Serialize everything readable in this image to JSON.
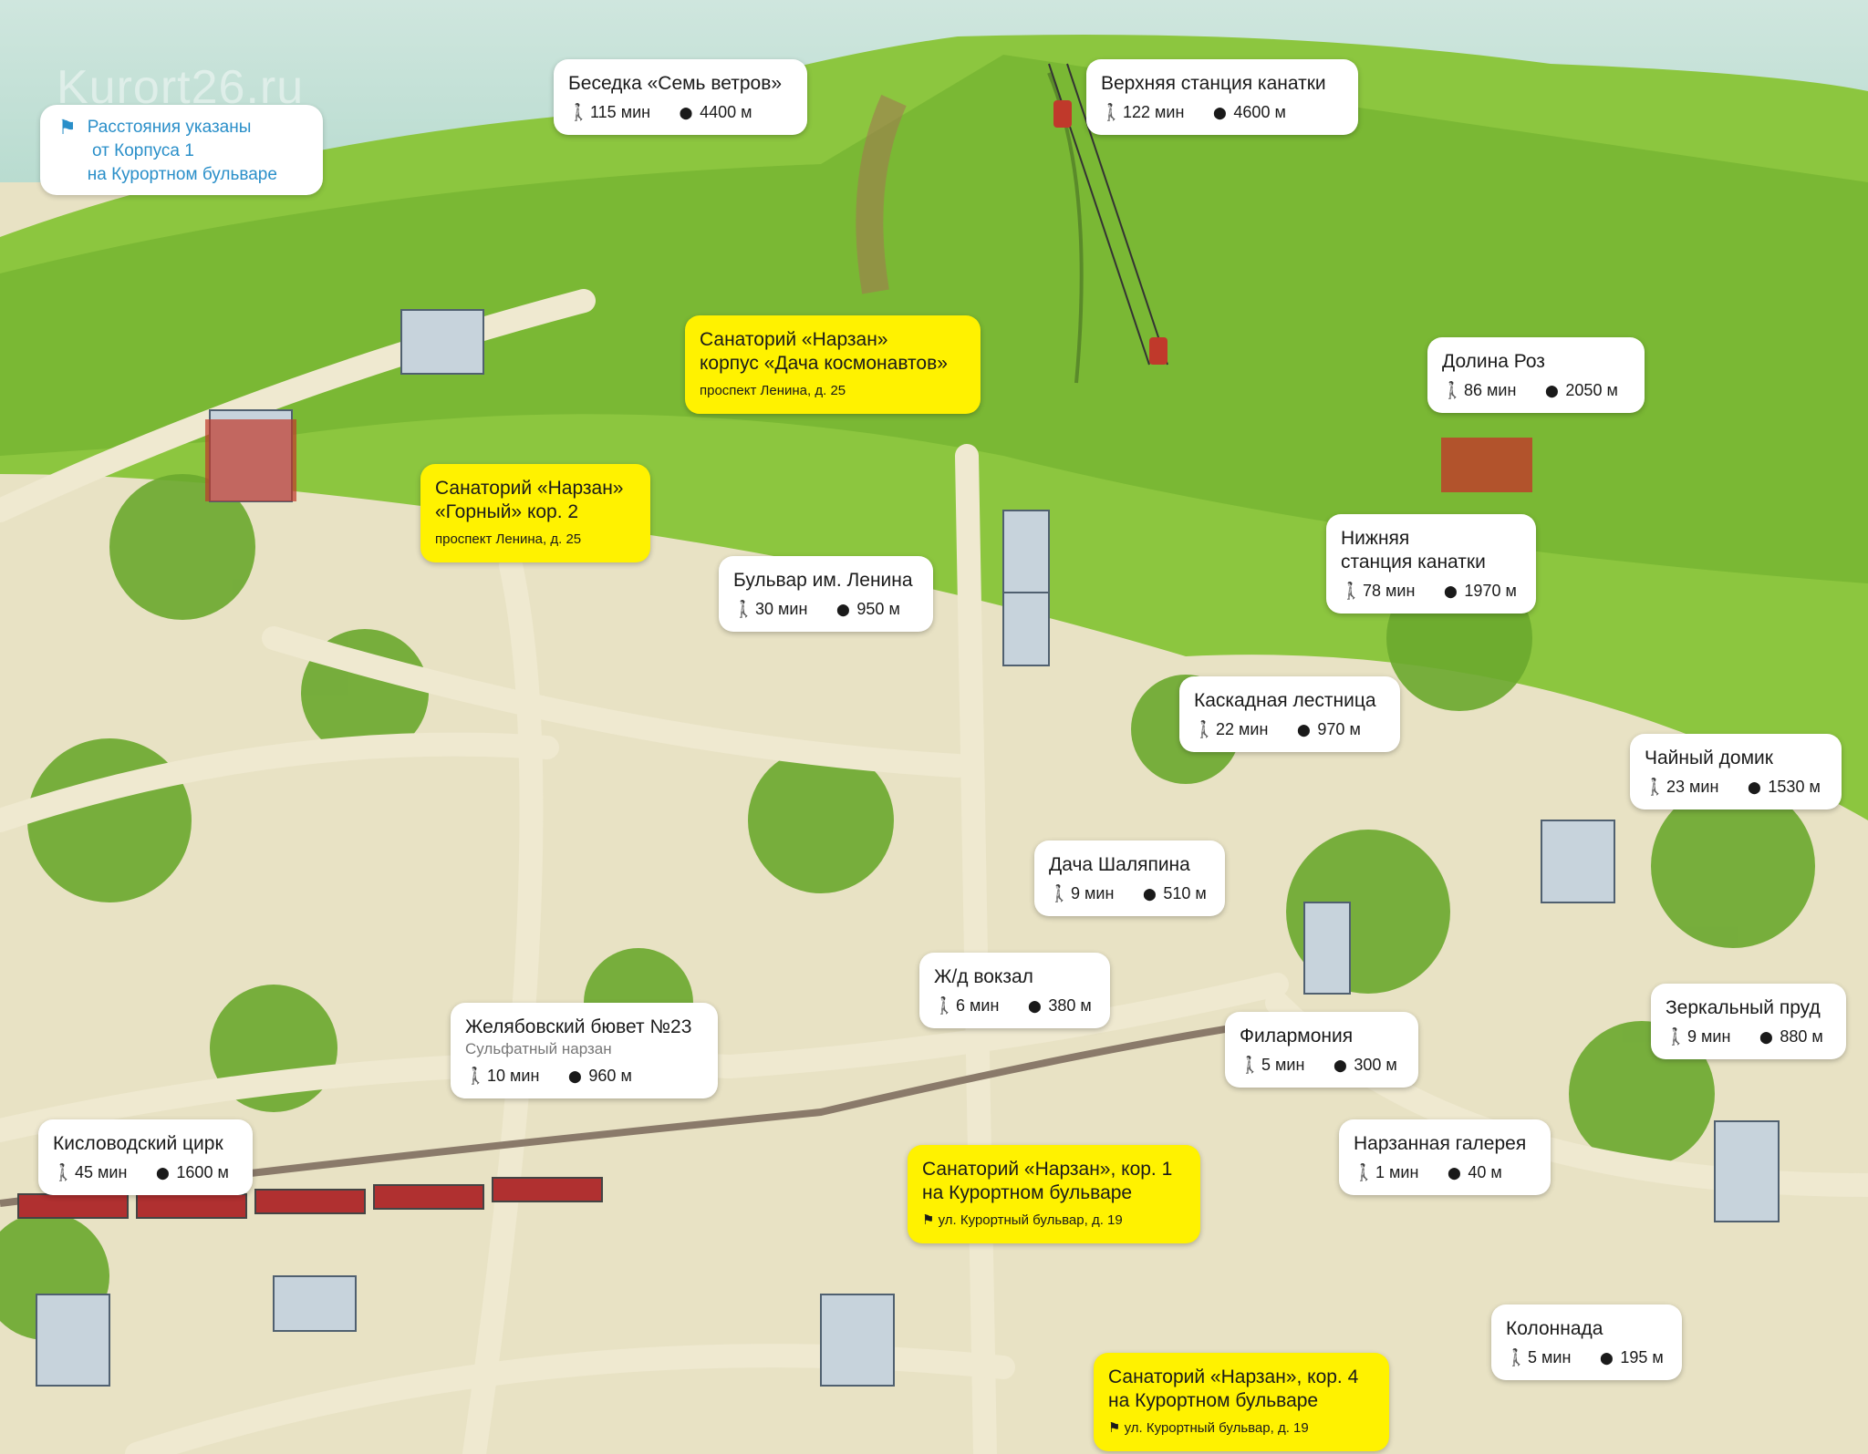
{
  "watermark": "Kurort26.ru",
  "legend": {
    "icon": "flag-icon",
    "lines": [
      "Расстояния указаны",
      " от Корпуса 1",
      "на Курортном бульваре"
    ]
  },
  "colors": {
    "card_white": "#ffffff",
    "card_yellow": "#fff200",
    "legend_text": "#2a8fc9",
    "hill_green": "#8cc63f",
    "road": "#e9e4c8"
  },
  "places": [
    {
      "title": "Беседка «Семь ветров»",
      "walk": "115 мин",
      "dist": "4400 м"
    },
    {
      "title": "Верхняя станция канатки",
      "walk": "122 мин",
      "dist": "4600 м"
    },
    {
      "title": "Долина Роз",
      "walk": "86 мин",
      "dist": "2050 м"
    },
    {
      "title": "Нижняя\nстанция канатки",
      "walk": "78 мин",
      "dist": "1970 м"
    },
    {
      "title": "Бульвар им. Ленина",
      "walk": "30 мин",
      "dist": "950 м"
    },
    {
      "title": "Каскадная лестница",
      "walk": "22 мин",
      "dist": "970 м"
    },
    {
      "title": "Чайный домик",
      "walk": "23 мин",
      "dist": "1530 м"
    },
    {
      "title": "Дача Шаляпина",
      "walk": "9 мин",
      "dist": "510 м"
    },
    {
      "title": "Ж/д вокзал",
      "walk": "6 мин",
      "dist": "380 м"
    },
    {
      "title": "Желябовский бювет №23",
      "subtitle": "Сульфатный нарзан",
      "walk": "10 мин",
      "dist": "960 м"
    },
    {
      "title": "Филармония",
      "walk": "5 мин",
      "dist": "300 м"
    },
    {
      "title": "Зеркальный пруд",
      "walk": "9 мин",
      "dist": "880 м"
    },
    {
      "title": "Кисловодский цирк",
      "walk": "45 мин",
      "dist": "1600 м"
    },
    {
      "title": "Нарзанная галерея",
      "walk": "1 мин",
      "dist": "40 м"
    },
    {
      "title": "Колоннада",
      "walk": "5 мин",
      "dist": "195 м"
    }
  ],
  "sanatoriums": [
    {
      "title": "Санаторий «Нарзан»\nкорпус «Дача космонавтов»",
      "address": "проспект Ленина, д. 25"
    },
    {
      "title": "Санаторий «Нарзан»\n«Горный» кор. 2",
      "address": "проспект Ленина, д. 25"
    },
    {
      "title": "Санаторий «Нарзан», кор. 1\nна Курортном бульваре",
      "address": "ул. Курортный бульвар, д. 19",
      "flag": true
    },
    {
      "title": "Санаторий «Нарзан», кор. 4\nна Курортном бульваре",
      "address": "ул. Курортный бульвар, д. 19",
      "flag": true
    }
  ]
}
